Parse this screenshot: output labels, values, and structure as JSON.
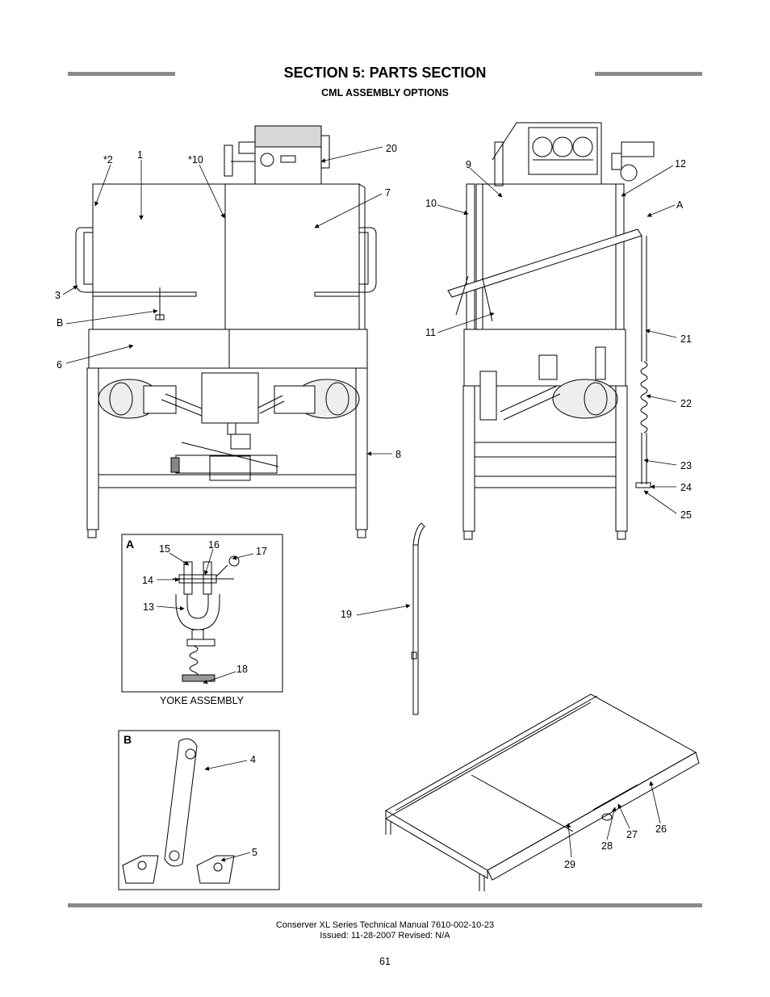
{
  "header": {
    "title": "SECTION 5: PARTS SECTION",
    "subtitle": "CML ASSEMBLY OPTIONS"
  },
  "callouts": {
    "c1": "1",
    "c2": "*2",
    "c3": "3",
    "c4": "4",
    "c5": "5",
    "c6": "6",
    "c7": "7",
    "c8": "8",
    "c9": "9",
    "c10": "10",
    "c10s": "*10",
    "c11": "11",
    "c12": "12",
    "c13": "13",
    "c14": "14",
    "c15": "15",
    "c16": "16",
    "c17": "17",
    "c18": "18",
    "c19": "19",
    "c20": "20",
    "c21": "21",
    "c22": "22",
    "c23": "23",
    "c24": "24",
    "c25": "25",
    "c26": "26",
    "c27": "27",
    "c28": "28",
    "c29": "29",
    "cA": "A",
    "cB": "B"
  },
  "detail_a": {
    "letter": "A",
    "caption": "YOKE ASSEMBLY"
  },
  "detail_b": {
    "letter": "B"
  },
  "footer": {
    "line1": "Conserver XL Series Technical Manual 7610-002-10-23",
    "line2": "Issued: 11-28-2007  Revised: N/A",
    "page_number": "61"
  }
}
